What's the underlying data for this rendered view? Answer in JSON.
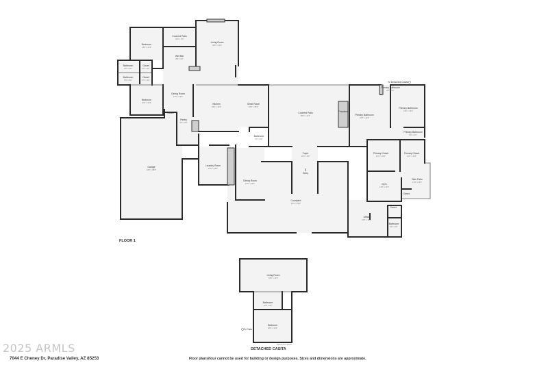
{
  "floors": [
    {
      "label": "FLOOR 1"
    },
    {
      "label": "DETACHED CASITA"
    }
  ],
  "rooms_floor1": [
    {
      "name": "Bedroom",
      "dims": "14'0\" x 12'0\""
    },
    {
      "name": "Covered Patio",
      "dims": "14'0\" x 6'0\""
    },
    {
      "name": "Living Room",
      "dims": "18'0\" x 22'0\""
    },
    {
      "name": "Wet Bar",
      "dims": "8'0\" x 5'0\""
    },
    {
      "name": "Bathroom",
      "dims": "8'0\" x 5'0\""
    },
    {
      "name": "Closet",
      "dims": "5'0\" x 4'0\""
    },
    {
      "name": "Bathroom",
      "dims": "8'0\" x 5'0\""
    },
    {
      "name": "Closet",
      "dims": "5'0\" x 4'0\""
    },
    {
      "name": "Bedroom",
      "dims": "12'0\" x 12'0\""
    },
    {
      "name": "Dining Room",
      "dims": "14'0\" x 12'0\""
    },
    {
      "name": "Kitchen",
      "dims": "18'0\" x 16'0\""
    },
    {
      "name": "Great Room",
      "dims": "20'0\" x 18'0\""
    },
    {
      "name": "Covered Patio",
      "dims": "38'0\" x 14'0\""
    },
    {
      "name": "Fireplace",
      "dims": ""
    },
    {
      "name": "Primary Bathroom",
      "dims": "16'0\" x 14'0\""
    },
    {
      "name": "Primary Bathroom",
      "dims": "8'0\" x 6'0\""
    },
    {
      "name": "Primary Bathroom",
      "dims": "14'0\" x 12'0\""
    },
    {
      "name": "Primary Bathroom",
      "dims": "8'0\" x 6'0\""
    },
    {
      "name": "Pantry",
      "dims": "6'0\" x 5'0\""
    },
    {
      "name": "Closet",
      "dims": ""
    },
    {
      "name": "Bathroom",
      "dims": "6'0\" x 5'0\""
    },
    {
      "name": "Foyer",
      "dims": "10'0\" x 8'0\""
    },
    {
      "name": "Primary Closet",
      "dims": "12'0\" x 10'0\""
    },
    {
      "name": "Primary Closet",
      "dims": "12'0\" x 10'0\""
    },
    {
      "name": "Garage",
      "dims": "24'0\" x 36'0\""
    },
    {
      "name": "Laundry Room",
      "dims": "10'0\" x 12'0\""
    },
    {
      "name": "Entry",
      "dims": ""
    },
    {
      "name": "Dining Room",
      "dims": "14'0\" x 12'0\""
    },
    {
      "name": "Gym",
      "dims": "14'0\" x 12'0\""
    },
    {
      "name": "Side Patio",
      "dims": "14'0\" x 10'0\""
    },
    {
      "name": "Closet",
      "dims": ""
    },
    {
      "name": "Courtyard",
      "dims": "34'0\" x 22'0\""
    },
    {
      "name": "Closet",
      "dims": ""
    },
    {
      "name": "Office",
      "dims": "14'0\" x 12'0\""
    },
    {
      "name": "Bathroom",
      "dims": "8'0\" x 6'0\""
    },
    {
      "name": "To Detached Casita",
      "dims": ""
    }
  ],
  "rooms_casita": [
    {
      "name": "Living Room",
      "dims": "28'0\" x 14'0\""
    },
    {
      "name": "Bathroom",
      "dims": "10'0\" x 6'0\""
    },
    {
      "name": "Bedroom",
      "dims": "18'0\" x 14'0\""
    },
    {
      "name": "To Patio",
      "dims": ""
    },
    {
      "name": "Spaces Not Shown",
      "dims": ""
    }
  ],
  "watermark": "2025 ARMLS",
  "address": "7044 E Cheney Dr, Paradise Valley, AZ 85253",
  "disclaimer": "Floor plans/tour cannot be used for building or design purposes. Sizes and dimensions are approximate."
}
